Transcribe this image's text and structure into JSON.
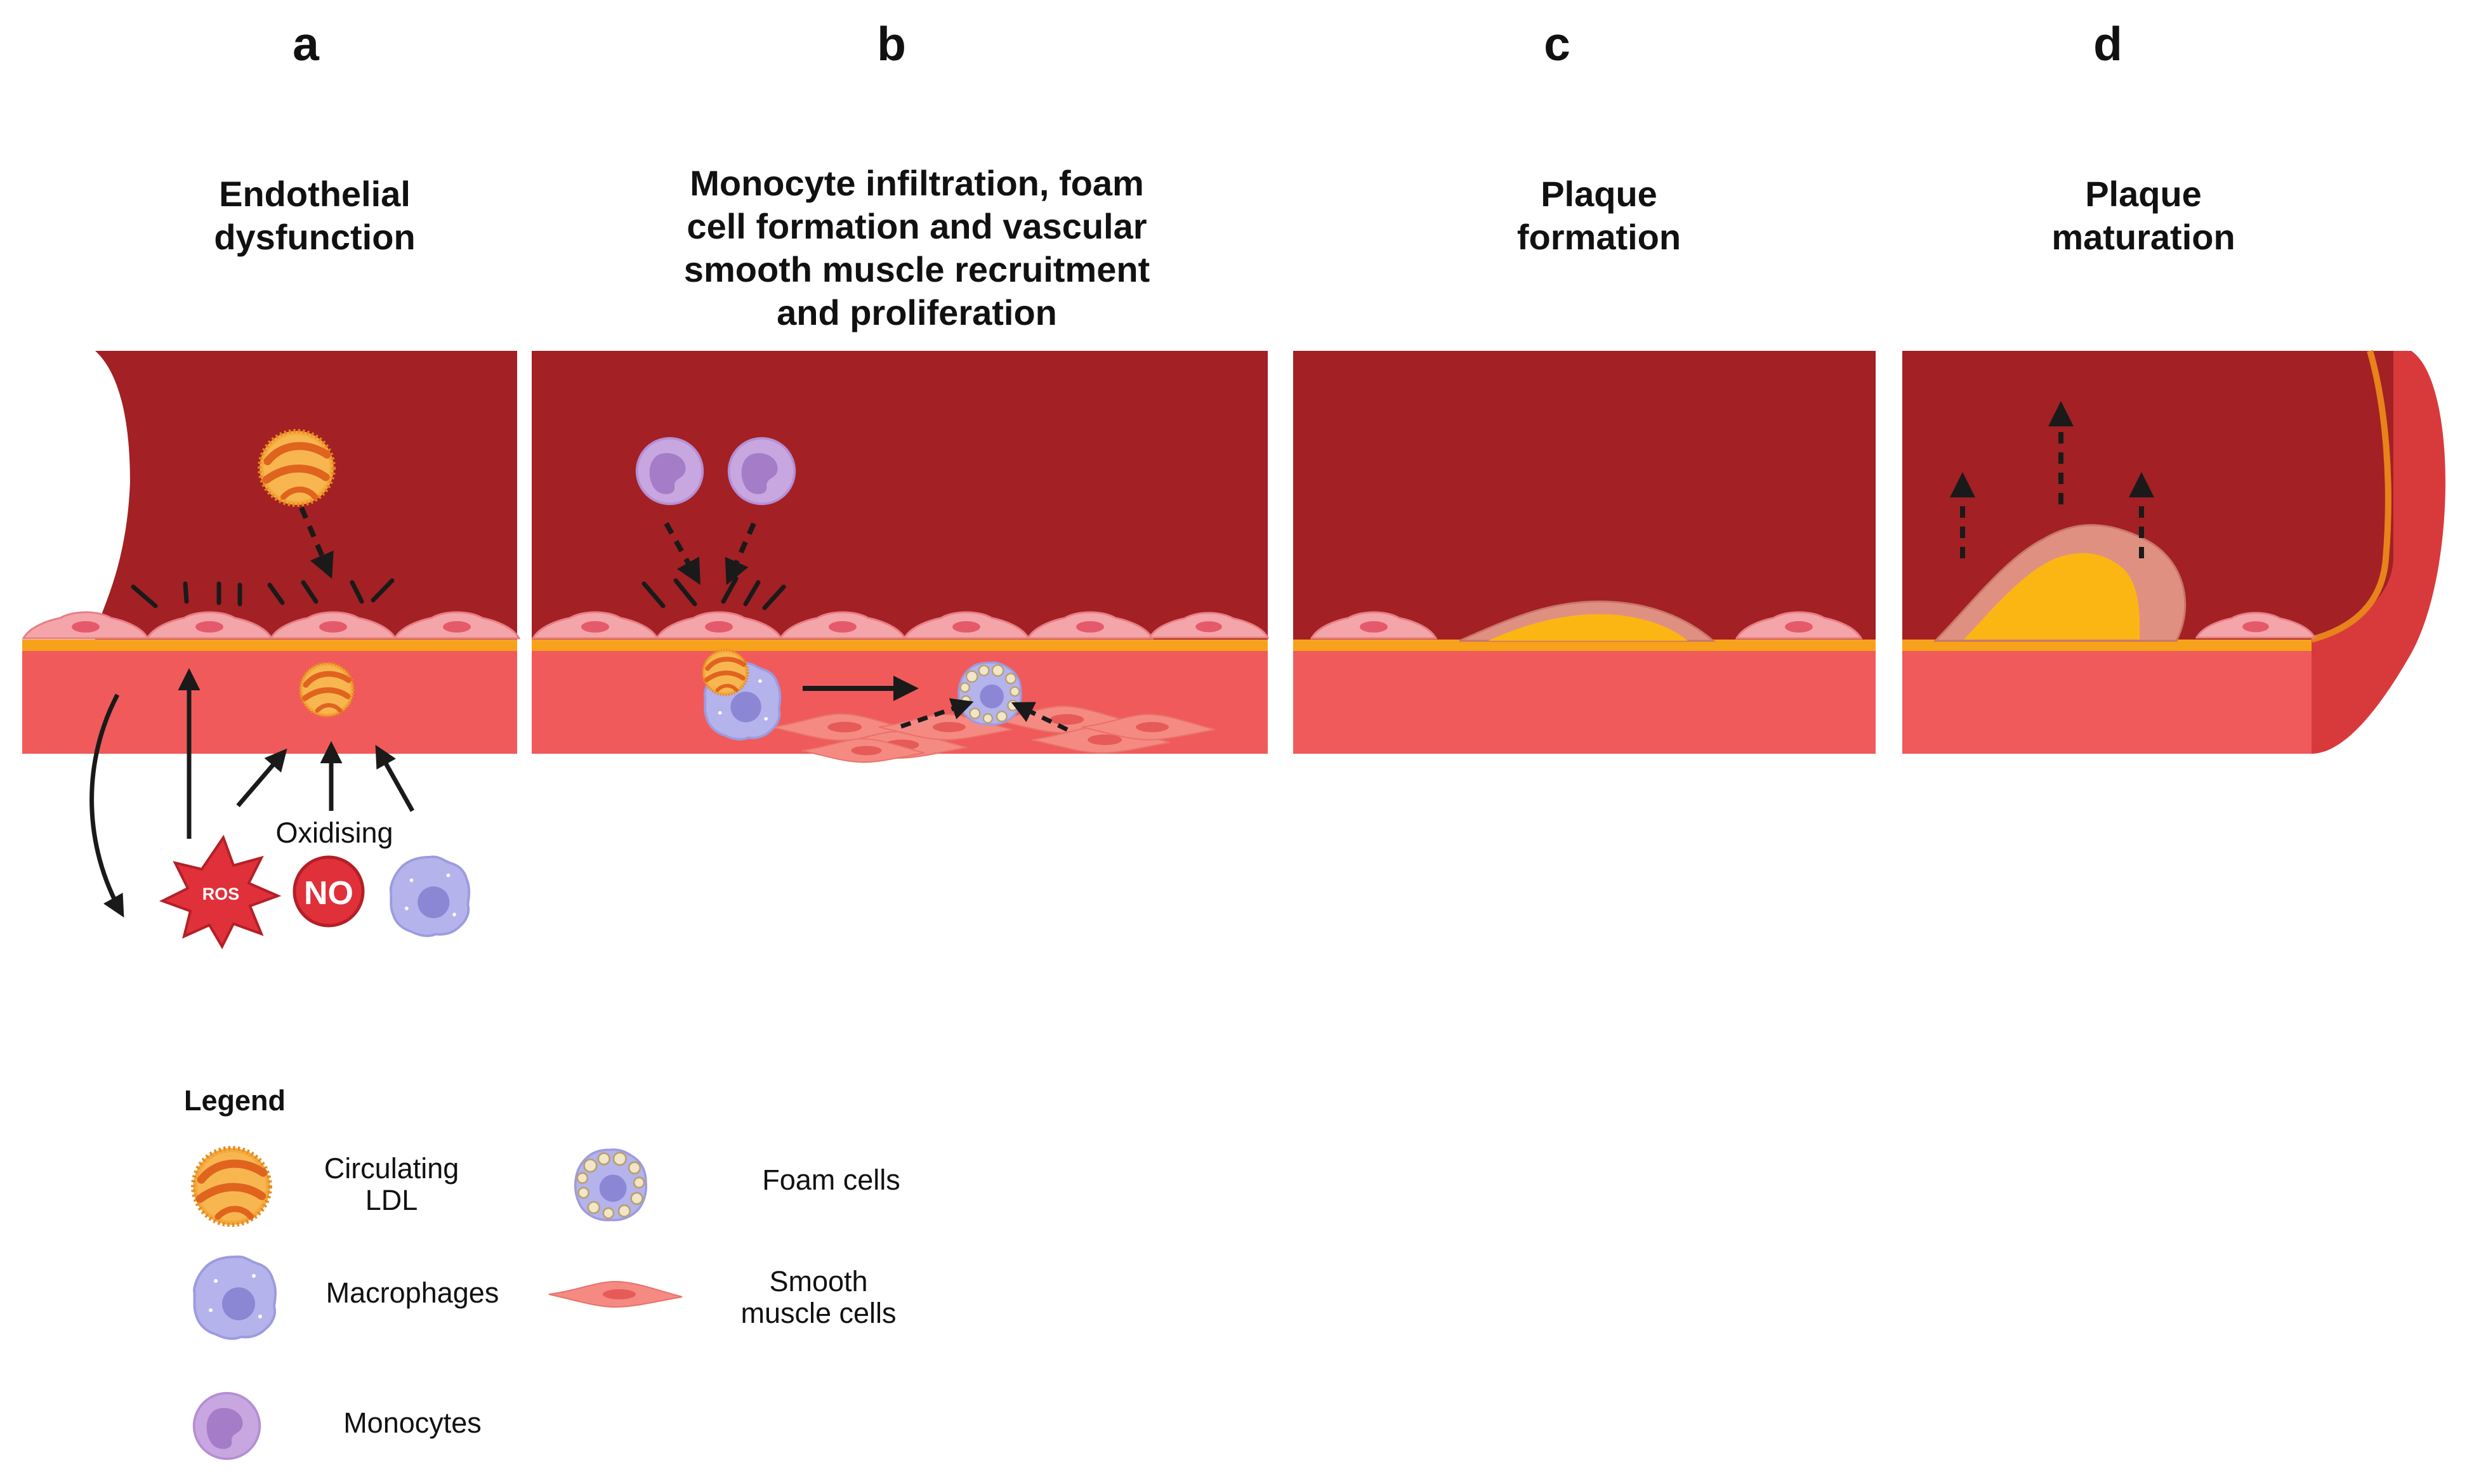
{
  "panels": [
    {
      "letter": "a",
      "title_lines": [
        "Endothelial",
        "dysfunction"
      ]
    },
    {
      "letter": "b",
      "title_lines": [
        "Monocyte infiltration, foam",
        "cell formation and vascular",
        "smooth muscle recruitment",
        "and proliferation"
      ]
    },
    {
      "letter": "c",
      "title_lines": [
        "Plaque",
        "formation"
      ]
    },
    {
      "letter": "d",
      "title_lines": [
        "Plaque",
        "maturation"
      ]
    }
  ],
  "labels": {
    "oxidising": "Oxidising",
    "ros": "ROS",
    "no": "NO"
  },
  "legend": {
    "heading": "Legend",
    "items": [
      {
        "icon": "ldl-icon",
        "lines": [
          "Circulating",
          "LDL"
        ]
      },
      {
        "icon": "macrophage-icon",
        "lines": [
          "Macrophages"
        ]
      },
      {
        "icon": "monocyte-icon",
        "lines": [
          "Monocytes"
        ]
      },
      {
        "icon": "foam-cell-icon",
        "lines": [
          "Foam cells"
        ]
      },
      {
        "icon": "smooth-muscle-cell-icon",
        "lines": [
          "Smooth",
          "muscle cells"
        ]
      }
    ]
  },
  "colors": {
    "lumen": "#a32024",
    "vessel_wall": "#f05a5a",
    "endothelial_cell": "#f4a5a9",
    "basement_membrane": "#f7a21b",
    "plaque_core": "#fbb614",
    "plaque_cap": "#e09080",
    "ldl": "#f5a93b",
    "macrophage": "#b4b3ec",
    "monocyte": "#c8a7e0",
    "ros": "#e0303a",
    "arrow": "#1a1a1a"
  }
}
